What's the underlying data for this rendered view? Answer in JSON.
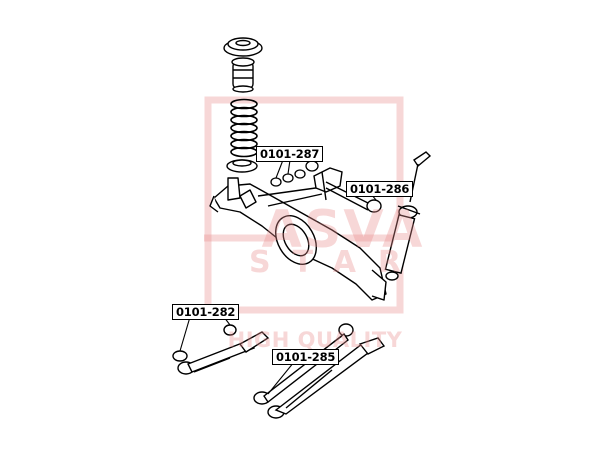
{
  "watermark": {
    "brand": "ASVA",
    "line2": "STAR",
    "line3": "HIGH QUALITY",
    "color": "#e88c8c"
  },
  "callouts": [
    {
      "id": "287",
      "label": "0101-287"
    },
    {
      "id": "286",
      "label": "0101-286"
    },
    {
      "id": "282",
      "label": "0101-282"
    },
    {
      "id": "285",
      "label": "0101-285"
    }
  ]
}
